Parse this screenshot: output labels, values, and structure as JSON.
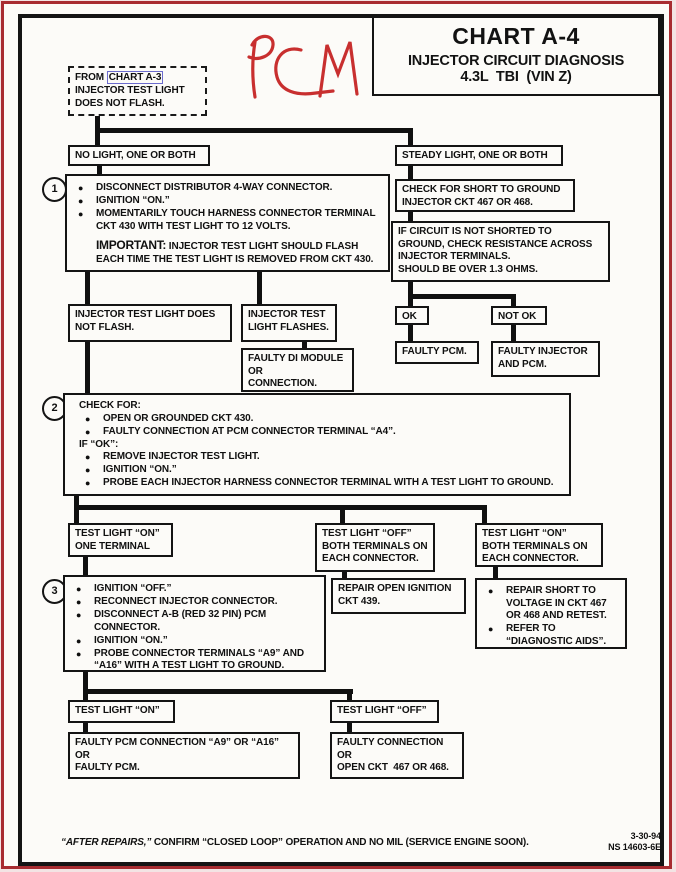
{
  "header": {
    "chart_title": "CHART A-4",
    "subtitle1": "INJECTOR CIRCUIT DIAGNOSIS",
    "subtitle2": "4.3L  TBI  (VIN Z)"
  },
  "annotation": {
    "handwritten_text": "PCM",
    "color": "#c41e1e"
  },
  "colors": {
    "ink": "#101010",
    "page_border": "#a82c31",
    "link_border": "#6b6bcd"
  },
  "start_box": {
    "prefix": "FROM ",
    "link": "CHART A-3",
    "line2": "INJECTOR TEST LIGHT",
    "line3": "DOES NOT FLASH."
  },
  "branches": {
    "left": "NO LIGHT, ONE OR BOTH",
    "right": "STEADY LIGHT, ONE OR BOTH"
  },
  "step1": {
    "number": "1",
    "bullets": [
      "DISCONNECT DISTRIBUTOR 4-WAY CONNECTOR.",
      "IGNITION “ON.”",
      "MOMENTARILY TOUCH HARNESS CONNECTOR TERMINAL CKT 430 WITH TEST LIGHT TO 12 VOLTS."
    ],
    "important_label": "IMPORTANT:",
    "important_text": "  INJECTOR TEST LIGHT SHOULD FLASH EACH TIME THE TEST LIGHT IS REMOVED FROM CKT 430."
  },
  "check_short": {
    "lines": [
      "CHECK FOR SHORT TO GROUND",
      "INJECTOR CKT 467 OR 468."
    ]
  },
  "if_circuit": {
    "lines": [
      "IF CIRCUIT IS NOT SHORTED TO",
      "GROUND, CHECK RESISTANCE ACROSS",
      "INJECTOR TERMINALS.",
      "SHOULD BE OVER 1.3 OHMS."
    ]
  },
  "ok_label": "OK",
  "not_ok_label": "NOT OK",
  "faulty_pcm": "FAULTY PCM.",
  "faulty_injector": {
    "lines": [
      "FAULTY INJECTOR",
      "AND PCM."
    ]
  },
  "no_flash": {
    "lines": [
      "INJECTOR TEST LIGHT DOES",
      "NOT FLASH."
    ]
  },
  "flashes": {
    "lines": [
      "INJECTOR TEST",
      "LIGHT FLASHES."
    ]
  },
  "faulty_di": {
    "lines": [
      "FAULTY DI MODULE",
      "OR",
      "CONNECTION."
    ]
  },
  "step2": {
    "number": "2",
    "heading": "CHECK FOR:",
    "bullets_a": [
      "OPEN OR GROUNDED CKT 430.",
      "FAULTY CONNECTION AT PCM CONNECTOR TERMINAL “A4”."
    ],
    "midline": "IF “OK”:",
    "bullets_b": [
      "REMOVE INJECTOR TEST LIGHT.",
      "IGNITION “ON.”",
      "PROBE EACH  INJECTOR HARNESS CONNECTOR TERMINAL WITH A TEST LIGHT TO GROUND."
    ]
  },
  "tl_on_one": {
    "lines": [
      "TEST LIGHT “ON”",
      "ONE TERMINAL"
    ]
  },
  "tl_off_both": {
    "lines": [
      "TEST LIGHT “OFF”",
      "BOTH TERMINALS ON",
      "EACH CONNECTOR."
    ]
  },
  "tl_on_both": {
    "lines": [
      "TEST LIGHT “ON”",
      "BOTH TERMINALS ON",
      "EACH CONNECTOR."
    ]
  },
  "step3": {
    "number": "3",
    "bullets": [
      "IGNITION “OFF.”",
      "RECONNECT INJECTOR CONNECTOR.",
      "DISCONNECT A-B (RED 32 PIN) PCM CONNECTOR.",
      "IGNITION “ON.”",
      "PROBE CONNECTOR TERMINALS “A9” AND “A16” WITH A TEST LIGHT TO GROUND."
    ]
  },
  "repair_open": {
    "lines": [
      "REPAIR OPEN IGNITION",
      "CKT 439."
    ]
  },
  "repair_short": {
    "bullets": [
      "REPAIR SHORT TO VOLTAGE IN CKT 467 OR 468 AND RETEST.",
      "REFER TO “DIAGNOSTIC AIDS”."
    ]
  },
  "tl_on": "TEST LIGHT “ON”",
  "tl_off": "TEST LIGHT “OFF”",
  "faulty_pcm_conn": {
    "lines": [
      "FAULTY PCM CONNECTION “A9” OR “A16”",
      "OR",
      "FAULTY PCM."
    ]
  },
  "faulty_conn": {
    "lines": [
      "FAULTY CONNECTION",
      "OR",
      "OPEN CKT  467 OR 468."
    ]
  },
  "footer": {
    "note_em": "“AFTER REPAIRS,”",
    "note_rest": " CONFIRM “CLOSED LOOP” OPERATION AND NO MIL (SERVICE ENGINE SOON).",
    "date": "3-30-94",
    "doc_number": "NS 14603-6E"
  }
}
